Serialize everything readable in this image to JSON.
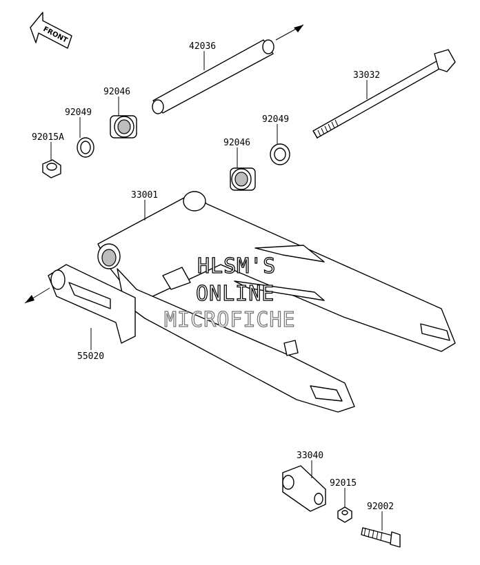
{
  "front_label": "FRONT",
  "callouts": {
    "p42036": "42036",
    "p33032": "33032",
    "p92046a": "92046",
    "p92049a": "92049",
    "p92015A": "92015A",
    "p92049b": "92049",
    "p92046b": "92046",
    "p33001": "33001",
    "p55020": "55020",
    "p33040": "33040",
    "p92015": "92015",
    "p92002": "92002"
  },
  "watermark": {
    "line1": "HLSM'S",
    "line2": "ONLINE",
    "line3": "MICROFICHE"
  }
}
